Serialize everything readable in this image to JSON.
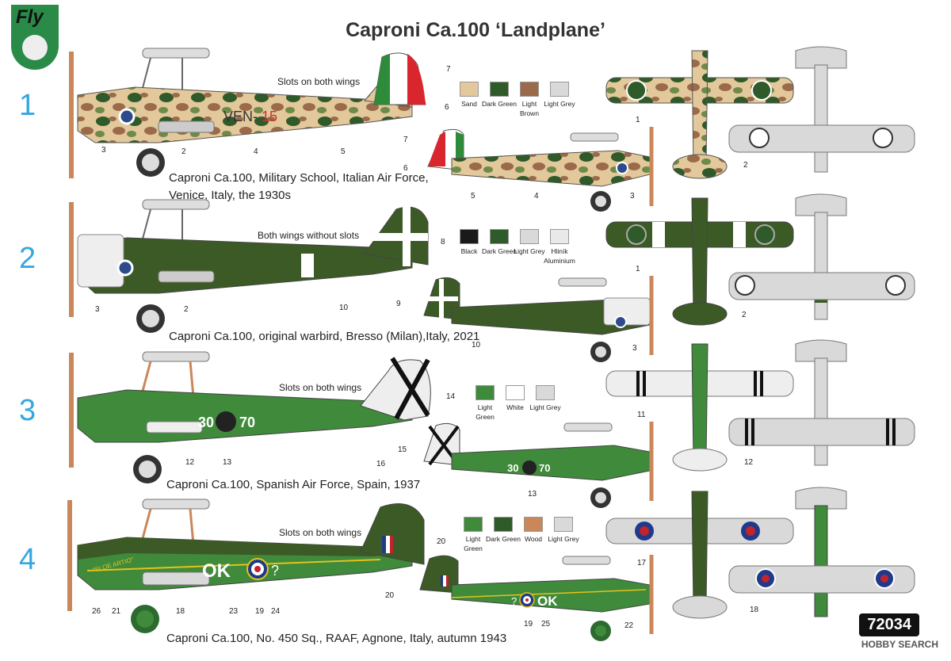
{
  "title": "Caproni Ca.100 ‘Landplane’",
  "logo": {
    "text": "Fly"
  },
  "product_code": "72034",
  "watermark": "HOBBY SEARCH",
  "colors": {
    "number_blue": "#35a7e0",
    "logo_green": "#2a8b48",
    "dark_green": "#3c5a26",
    "light_green": "#3f8a3b",
    "light_grey": "#d9d9d9",
    "sand": "#e2c89a",
    "light_brown": "#9a6a4a",
    "black": "#1a1a1a",
    "wood": "#c9875a",
    "white": "#ffffff"
  },
  "schemes": [
    {
      "number": "1",
      "caption_line1": "Caproni Ca.100, Military School, Italian Air Force,",
      "caption_line2": "Venice, Italy, the 1930s",
      "note": "Slots on both wings",
      "code": "VEN-",
      "code_num": "15",
      "swatches": [
        {
          "name": "Sand",
          "color": "#e2c89a"
        },
        {
          "name": "Dark Green",
          "color": "#2f5a2a"
        },
        {
          "name": "Light Brown",
          "color": "#9a6a4a"
        },
        {
          "name": "Light Grey",
          "color": "#d9d9d9"
        }
      ],
      "callouts_main": [
        "3",
        "2",
        "4",
        "5",
        "6",
        "7"
      ],
      "callouts_small": [
        "7",
        "6",
        "5",
        "4",
        "3"
      ],
      "callouts_plan": [
        "1",
        "2"
      ]
    },
    {
      "number": "2",
      "caption_line1": "Caproni Ca.100, original warbird, Bresso (Milan),Italy, 2021",
      "note": "Both wings without slots",
      "swatches": [
        {
          "name": "Black",
          "color": "#1a1a1a"
        },
        {
          "name": "Dark Green",
          "color": "#2f5a2a"
        },
        {
          "name": "Light Grey",
          "color": "#d9d9d9"
        },
        {
          "name": "Hliník Aluminium",
          "color": "#e9e9e9"
        }
      ],
      "callouts_main": [
        "3",
        "2",
        "10",
        "8"
      ],
      "callouts_small": [
        "9",
        "10",
        "3"
      ],
      "callouts_plan": [
        "1",
        "2"
      ]
    },
    {
      "number": "3",
      "caption_line1": "Caproni Ca.100, Spanish Air Force, Spain, 1937",
      "note": "Slots on both wings",
      "code_left": "30",
      "code_right": "70",
      "swatches": [
        {
          "name": "Light Green",
          "color": "#3f8a3b"
        },
        {
          "name": "White",
          "color": "#ffffff"
        },
        {
          "name": "Light Grey",
          "color": "#d9d9d9"
        }
      ],
      "callouts_main": [
        "12",
        "13",
        "16",
        "14"
      ],
      "callouts_small": [
        "15",
        "13"
      ],
      "callouts_plan": [
        "11",
        "12"
      ]
    },
    {
      "number": "4",
      "caption_line1": "Caproni Ca.100, No. 450 Sq., RAAF, Agnone, Italy, autumn 1943",
      "note": "Slots on both wings",
      "code": "OK",
      "code_suffix": "?",
      "nose_art": "“SLOE ARTIO”",
      "swatches": [
        {
          "name": "Light Green",
          "color": "#3f8a3b"
        },
        {
          "name": "Dark Green",
          "color": "#2f5a2a"
        },
        {
          "name": "Wood",
          "color": "#c9875a"
        },
        {
          "name": "Light Grey",
          "color": "#d9d9d9"
        }
      ],
      "callouts_main": [
        "26",
        "21",
        "18",
        "23",
        "19",
        "24",
        "20"
      ],
      "callouts_small": [
        "20",
        "19",
        "25",
        "22"
      ],
      "callouts_plan": [
        "17",
        "18"
      ]
    }
  ]
}
